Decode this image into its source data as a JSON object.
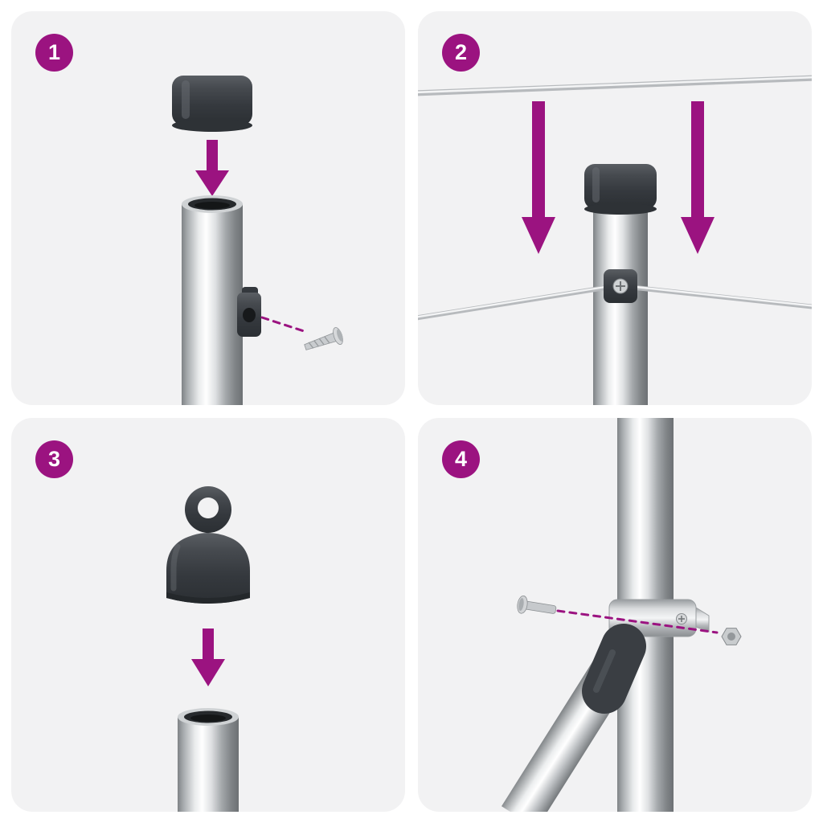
{
  "colors": {
    "accent": "#9b1380",
    "panel_bg": "#f2f2f3",
    "page_bg": "#ffffff",
    "cap_dark": "#3a3e43",
    "metal_light": "#ffffff",
    "metal_dark": "#6d7174"
  },
  "steps": [
    {
      "number": "1",
      "illustration": [
        "post-cap",
        "arrow-down-icon",
        "metal-post-open-top",
        "mounting-bracket",
        "screw",
        "alignment-dashes"
      ]
    },
    {
      "number": "2",
      "illustration": [
        "tension-wire-top",
        "arrow-down-icon",
        "arrow-down-icon",
        "capped-post",
        "wire-clamp",
        "tension-wire-middle"
      ]
    },
    {
      "number": "3",
      "illustration": [
        "eyelet-cap",
        "arrow-down-icon",
        "metal-post-open-top"
      ]
    },
    {
      "number": "4",
      "illustration": [
        "metal-post",
        "diagonal-brace",
        "brace-elbow",
        "clamp-band",
        "bolt",
        "nut",
        "alignment-dashes"
      ]
    }
  ]
}
